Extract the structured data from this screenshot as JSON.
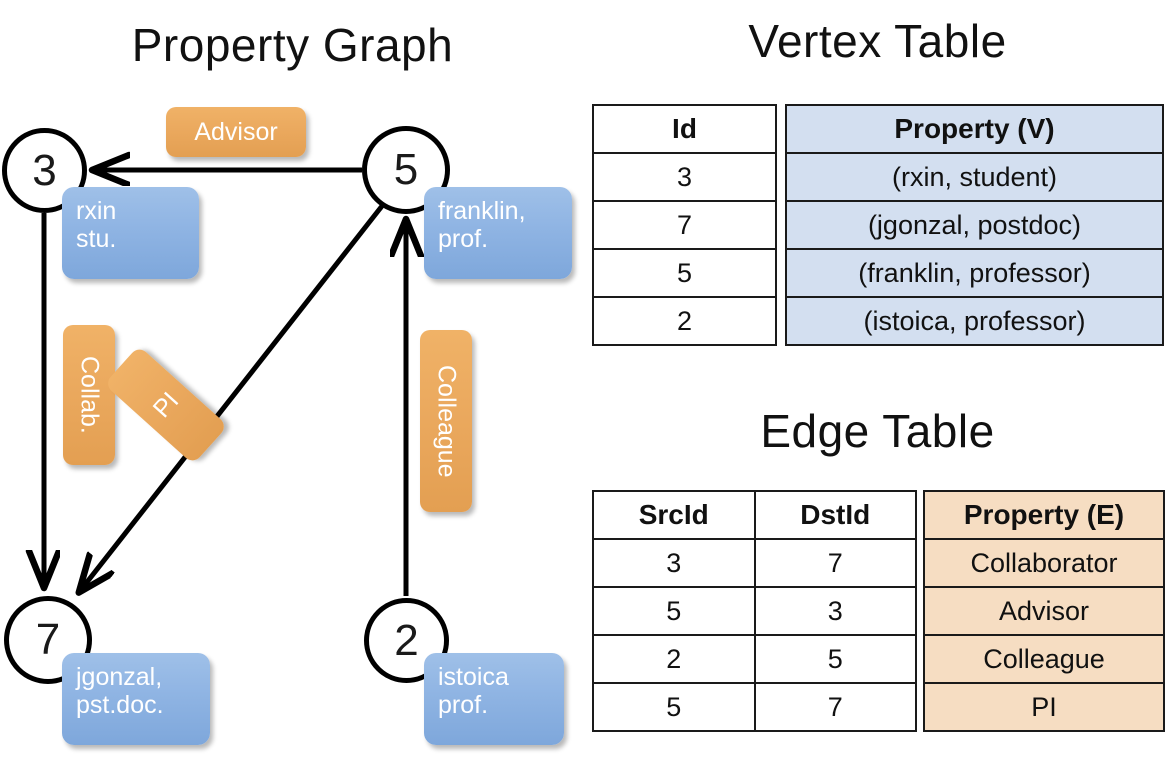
{
  "titles": {
    "property_graph": "Property Graph",
    "vertex_table": "Vertex Table",
    "edge_table": "Edge Table"
  },
  "graph": {
    "nodes": [
      {
        "id": "3",
        "property": "rxin\nstu."
      },
      {
        "id": "5",
        "property": "franklin,\nprof."
      },
      {
        "id": "7",
        "property": "jgonzal,\npst.doc."
      },
      {
        "id": "2",
        "property": "istoica\nprof."
      }
    ],
    "edge_labels": [
      {
        "label": "Advisor",
        "from": "5",
        "to": "3"
      },
      {
        "label": "Collab.",
        "from": "3",
        "to": "7"
      },
      {
        "label": "PI",
        "from": "5",
        "to": "7"
      },
      {
        "label": "Colleague",
        "from": "2",
        "to": "5"
      }
    ]
  },
  "vertex_table": {
    "headers": [
      "Id",
      "Property (V)"
    ],
    "rows": [
      {
        "id": "3",
        "property": "(rxin, student)"
      },
      {
        "id": "7",
        "property": "(jgonzal, postdoc)"
      },
      {
        "id": "5",
        "property": "(franklin, professor)"
      },
      {
        "id": "2",
        "property": "(istoica, professor)"
      }
    ]
  },
  "edge_table": {
    "headers": [
      "SrcId",
      "DstId",
      "Property (E)"
    ],
    "rows": [
      {
        "src": "3",
        "dst": "7",
        "property": "Collaborator"
      },
      {
        "src": "5",
        "dst": "3",
        "property": "Advisor"
      },
      {
        "src": "2",
        "dst": "5",
        "property": "Colleague"
      },
      {
        "src": "5",
        "dst": "7",
        "property": "PI"
      }
    ]
  },
  "colors": {
    "vertex_bubble": "#8fb4e3",
    "edge_bubble": "#eaa85d",
    "vertex_table_fill": "#d3dff0",
    "edge_table_fill": "#f6ddc2",
    "stroke": "#000000"
  }
}
